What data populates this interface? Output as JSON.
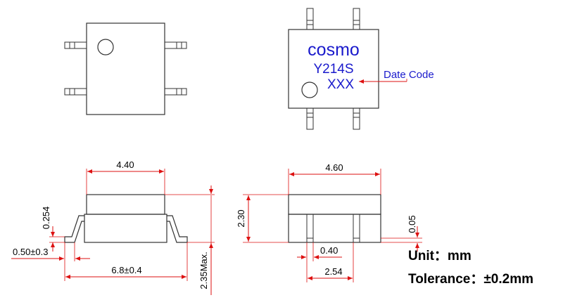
{
  "colors": {
    "outline": "#333333",
    "dimension": "#dd1111",
    "marking": "#1a1acc",
    "text": "#000000"
  },
  "top_view_marking": {
    "brand": "cosmo",
    "part_number": "Y214S",
    "date_code_placeholder": "XXX",
    "date_code_callout": "Date Code"
  },
  "dimensions": {
    "body_width_side": "4.40",
    "body_width_end": "4.60",
    "lead_thickness": "0.254",
    "lead_offset": "0.50±0.3",
    "lead_span": "6.8±0.4",
    "max_height": "2.35Max.",
    "body_height": "2.30",
    "standoff": "0.05",
    "lead_width": "0.40",
    "lead_pitch": "2.54"
  },
  "notes": {
    "unit": "Unit：mm",
    "tolerance": "Tolerance：±0.2mm"
  }
}
